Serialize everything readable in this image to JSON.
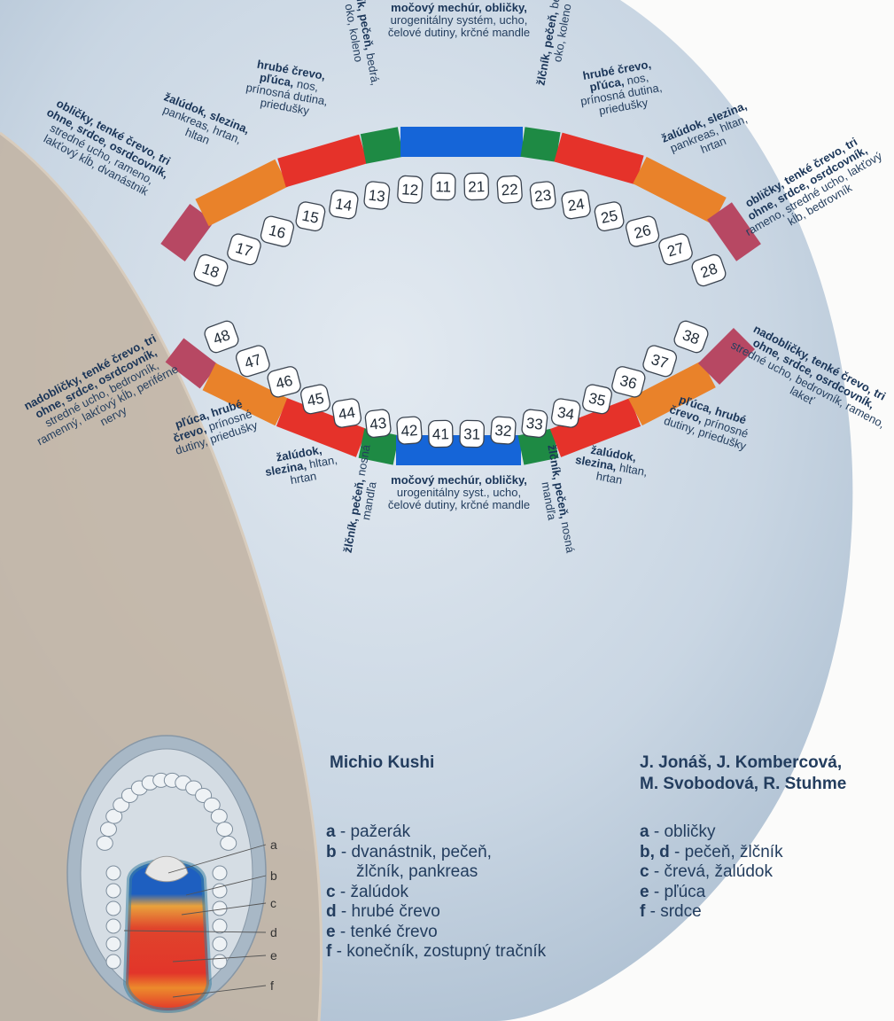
{
  "colors": {
    "blue": "#1565d8",
    "green": "#1e8a44",
    "red": "#e5322a",
    "orange": "#e9822a",
    "magenta": "#b74863",
    "face": "#b8c8d8",
    "background_shape": "#c4b5a4"
  },
  "upper_labels": [
    {
      "id": "u-left-1",
      "bold": "obličky, tenké črevo, tri ohne, srdce, osrdcovník,",
      "rest": "stredné ucho, rameno, lakťový kĺb, dvanástnik"
    },
    {
      "id": "u-left-2",
      "bold": "žalúdok, slezina,",
      "rest": "pankreas, hrtan, hltan"
    },
    {
      "id": "u-left-3",
      "bold": "hrubé črevo, pľúca,",
      "rest": "nos, prínosná dutina, priedušky"
    },
    {
      "id": "u-left-4",
      "bold": "žlčník, pečeň,",
      "rest": "bedrá, oko, koleno"
    },
    {
      "id": "u-center",
      "bold": "močový mechúr, obličky,",
      "rest": "urogenitálny systém, ucho, čelové dutiny, krčné mandle"
    },
    {
      "id": "u-right-4",
      "bold": "žlčník, pečeň,",
      "rest": "bedrá, oko, koleno"
    },
    {
      "id": "u-right-3",
      "bold": "hrubé črevo, pľúca,",
      "rest": "nos, prínosná dutina, priedušky"
    },
    {
      "id": "u-right-2",
      "bold": "žalúdok, slezina,",
      "rest": "pankreas, hltan, hrtan"
    },
    {
      "id": "u-right-1",
      "bold": "obličky, tenké črevo, tri ohne, srdce, osrdcovník,",
      "rest": "rameno, stredné ucho, lakťový kĺb, bedrovník"
    }
  ],
  "lower_labels": [
    {
      "id": "l-left-1",
      "bold": "nadobličky, tenké črevo, tri ohne, srdce, osrdcovník,",
      "rest": "stredné ucho, bedrovník, ramenný, lakťový kĺb, periférne nervy"
    },
    {
      "id": "l-left-2",
      "bold": "pľúca, hrubé črevo,",
      "rest": "prínosné dutiny, priedušky"
    },
    {
      "id": "l-left-3",
      "bold": "žalúdok, slezina,",
      "rest": "hltan, hrtan"
    },
    {
      "id": "l-left-4",
      "bold": "žlčník, pečeň,",
      "rest": "nosná mandľa"
    },
    {
      "id": "l-center",
      "bold": "močový mechúr, obličky,",
      "rest": "urogenitálny syst., ucho, čelové dutiny, krčné mandle"
    },
    {
      "id": "l-right-4",
      "bold": "žlčník, pečeň,",
      "rest": "nosná mandľa"
    },
    {
      "id": "l-right-3",
      "bold": "žalúdok, slezina,",
      "rest": "hltan, hrtan"
    },
    {
      "id": "l-right-2",
      "bold": "pľúca, hrubé črevo,",
      "rest": "prínosné dutiny, priedušky"
    },
    {
      "id": "l-right-1",
      "bold": "nadobličky, tenké črevo, tri ohne, srdce, osrdcovník,",
      "rest": "stredné ucho, bedrovník, rameno, lakeť"
    }
  ],
  "upper_teeth": [
    "18",
    "17",
    "16",
    "15",
    "14",
    "13",
    "12",
    "11",
    "21",
    "22",
    "23",
    "24",
    "25",
    "26",
    "27",
    "28"
  ],
  "lower_teeth": [
    "48",
    "47",
    "46",
    "45",
    "44",
    "43",
    "42",
    "41",
    "31",
    "32",
    "33",
    "34",
    "35",
    "36",
    "37",
    "38"
  ],
  "mouth_letters": [
    "a",
    "b",
    "c",
    "d",
    "e",
    "f"
  ],
  "legend_left": {
    "title": "Michio Kushi",
    "items": [
      {
        "key": "a",
        "text": "pažerák"
      },
      {
        "key": "b",
        "text": "dvanástnik, pečeň,"
      },
      {
        "key": "",
        "text": "žlčník, pankreas"
      },
      {
        "key": "c",
        "text": "žalúdok"
      },
      {
        "key": "d",
        "text": "hrubé črevo"
      },
      {
        "key": "e",
        "text": "tenké črevo"
      },
      {
        "key": "f",
        "text": "konečník, zostupný tračník"
      }
    ]
  },
  "legend_right": {
    "title_line1": "J. Jonáš, J. Kombercová,",
    "title_line2": "M. Svobodová, R. Stuhme",
    "items": [
      {
        "key": "a",
        "text": "obličky"
      },
      {
        "key": "b, d",
        "text": "pečeň, žlčník"
      },
      {
        "key": "c",
        "text": "črevá, žalúdok"
      },
      {
        "key": "e",
        "text": "pľúca"
      },
      {
        "key": "f",
        "text": "srdce"
      }
    ]
  }
}
